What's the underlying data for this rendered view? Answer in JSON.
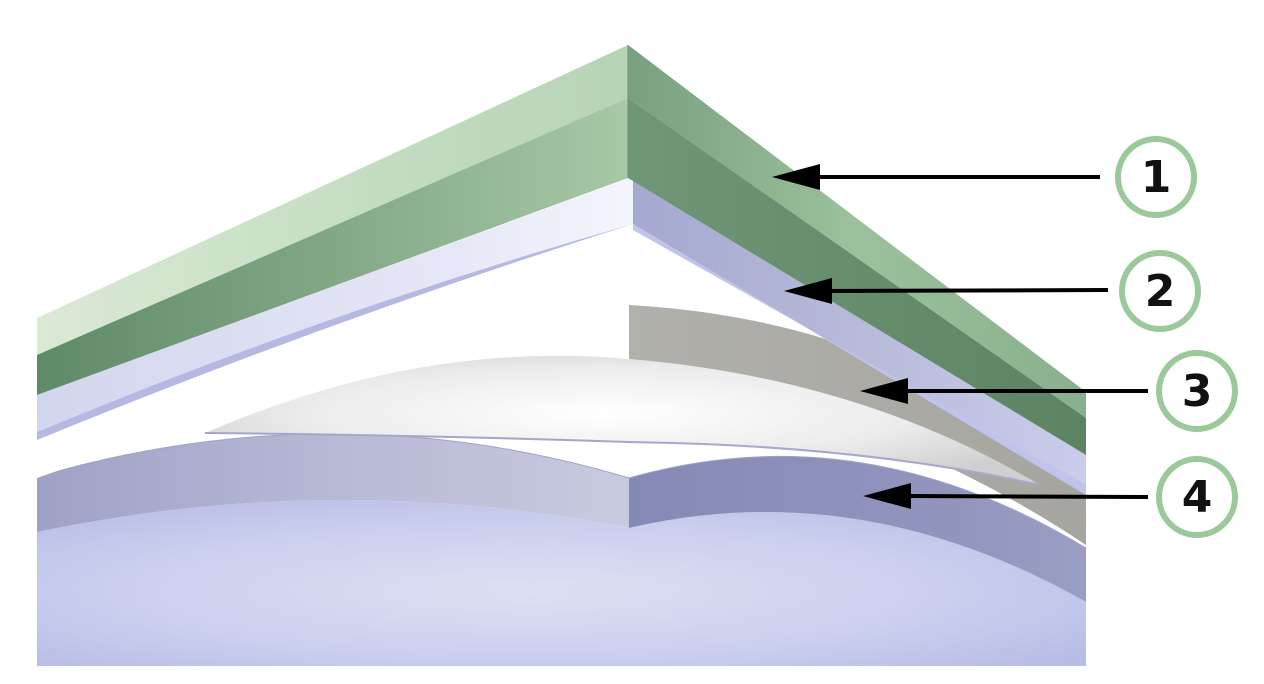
{
  "callouts": [
    {
      "number": "1"
    },
    {
      "number": "2"
    },
    {
      "number": "3"
    },
    {
      "number": "4"
    }
  ],
  "colors": {
    "layer1_green_light": "#c3dcc1",
    "layer1_green_dark": "#77a07f",
    "layer2_lavender_light": "#dcdff4",
    "layer2_lavender_dark": "#a4a8cc",
    "layer3_white": "#ffffff",
    "layer3_gray": "#adaca6",
    "layer4_blue_light": "#d6daf0",
    "layer4_blue_dark": "#8589b5",
    "callout_ring": "#9bc99a",
    "arrow": "#000000"
  }
}
